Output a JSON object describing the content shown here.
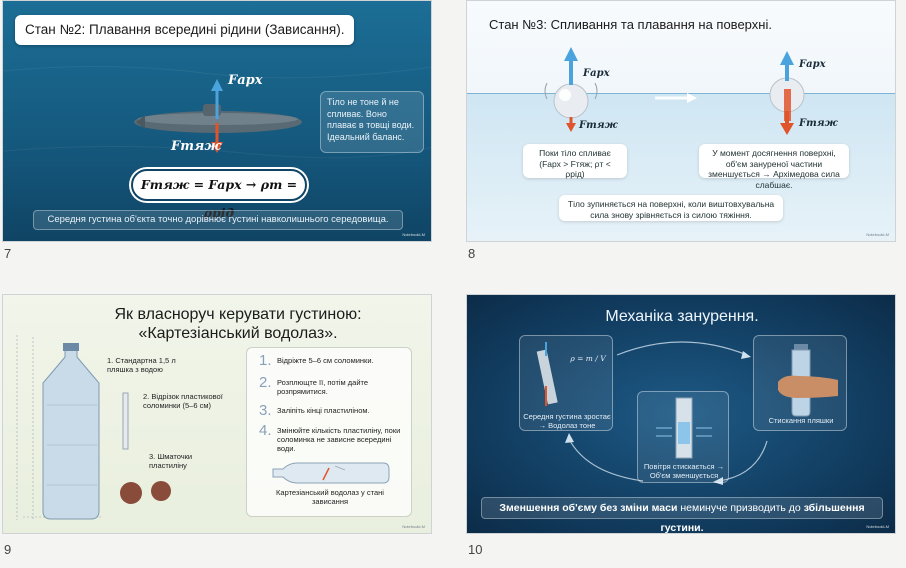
{
  "slides": [
    {
      "number": "7",
      "title": "Стан №2: Плавання всередині рідини (Зависання).",
      "force_up_label": "Fарх",
      "force_down_label": "Fтяж",
      "info_text": "Тіло не тоне й не спливає. Воно плаває в товщі води. Ідеальний баланс.",
      "formula": "Fтяж = Fарх → ρт = ρрід",
      "bottom_text": "Середня густина об'єкта точно дорівнює густині навколишнього середовища.",
      "badge": "NotebookLM"
    },
    {
      "number": "8",
      "title": "Стан №3: Спливання та плавання на поверхні.",
      "force_up_label": "Fарх",
      "force_down_label": "Fтяж",
      "force_up_label_2": "Fарх",
      "force_down_label_2": "Fтяж",
      "box_left": "Поки тіло спливає (Fарх > Fтяж; ρт < ρрід)",
      "box_right": "У момент досягнення поверхні, об'єм зануреної частини зменшується → Архімедова сила слабшає.",
      "box_bottom": "Тіло зупиняється на поверхні, коли виштовхувальна сила знову зрівняється із силою тяжіння.",
      "badge": "NotebookLM"
    },
    {
      "number": "9",
      "title_line1": "Як власноруч керувати густиною:",
      "title_line2": "«Картезіанський водолаз».",
      "label_1": "1. Стандартна 1,5 л пляшка з водою",
      "label_2": "2. Відрізок пластикової соломинки (5–6 см)",
      "label_3": "3. Шматочки пластиліну",
      "steps": [
        {
          "n": "1.",
          "text": "Відріжте 5–6 см соломинки."
        },
        {
          "n": "2.",
          "text": "Розплющте її, потім дайте розпрямитися."
        },
        {
          "n": "3.",
          "text": "Заліпіть кінці пластиліном."
        },
        {
          "n": "4.",
          "text": "Змінюйте кількість пластиліну, поки соломинка не зависне всередині води."
        }
      ],
      "diagram_caption": "Картезіанський водолаз у стані зависання",
      "badge": "NotebookLM"
    },
    {
      "number": "10",
      "title": "Механіка занурення.",
      "panel_left_caption": "Середня густина зростає → Водолаз тоне",
      "panel_right_caption": "Стискання пляшки",
      "panel_center_caption": "Повітря стискається → Об'єм зменшується",
      "formula_rho": "ρ = m / V",
      "bottom_part1": "Зменшення об'єму без зміни маси",
      "bottom_part2": " неминуче призводить до ",
      "bottom_part3": "збільшення густини.",
      "badge": "NotebookLM"
    }
  ],
  "colors": {
    "arrow_up": "#4aa3dc",
    "arrow_down": "#e0542c",
    "slide7_bg": "#15587d",
    "slide10_bg": "#123e62"
  }
}
